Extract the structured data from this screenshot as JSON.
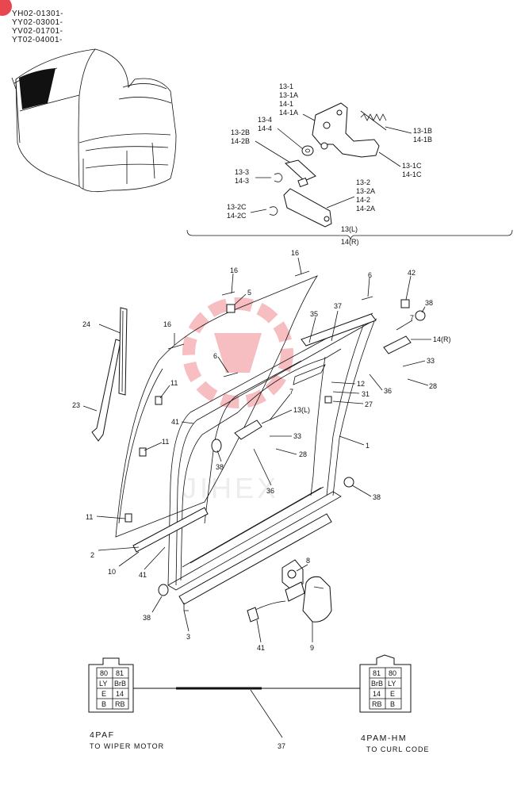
{
  "serials": [
    "YH02-01301-",
    "YY02-03001-",
    "YV02-01701-",
    "YT02-04001-"
  ],
  "hinge_callouts": {
    "c13_1": [
      "13-1",
      "13-1A",
      "14-1",
      "14-1A"
    ],
    "c13_4": [
      "13-4",
      "14-4"
    ],
    "c13_2B": [
      "13-2B",
      "14-2B"
    ],
    "c13_3": [
      "13-3",
      "14-3"
    ],
    "c13_2C": [
      "13-2C",
      "14-2C"
    ],
    "c13_1B": [
      "13-1B",
      "14-1B"
    ],
    "c13_1C": [
      "13-1C",
      "14-1C"
    ],
    "c13_2": [
      "13-2",
      "13-2A",
      "14-2",
      "14-2A"
    ],
    "assembly": [
      "13(L)",
      "14(R)"
    ]
  },
  "callouts": {
    "n16a": "16",
    "n16b": "16",
    "n16c": "16",
    "n5": "5",
    "n6a": "6",
    "n6b": "6",
    "n42": "42",
    "n37a": "37",
    "n35": "35",
    "n38a": "38",
    "n7a": "7",
    "n7b": "7",
    "n14R": "14(R)",
    "n33a": "33",
    "n33b": "33",
    "n28a": "28",
    "n28b": "28",
    "n24": "24",
    "n12": "12",
    "n31": "31",
    "n27": "27",
    "n13L": "13(L)",
    "n36a": "36",
    "n36b": "36",
    "n11a": "11",
    "n11b": "11",
    "n11c": "11",
    "n41a": "41",
    "n41b": "41",
    "n41c": "41",
    "n23": "23",
    "n1": "1",
    "n38b": "38",
    "n38c": "38",
    "n38d": "38",
    "n2": "2",
    "n10": "10",
    "n8": "8",
    "n9": "9",
    "n3": "3",
    "n37b": "37"
  },
  "connector_left": {
    "code": "4PAF",
    "subtitle": "TO WIPER MOTOR",
    "pins": [
      [
        "80",
        "81"
      ],
      [
        "LY",
        "BrB"
      ],
      [
        "E",
        "14"
      ],
      [
        "B",
        "RB"
      ]
    ]
  },
  "connector_right": {
    "code": "4PAM-HM",
    "subtitle": "TO CURL CODE",
    "pins": [
      [
        "81",
        "80"
      ],
      [
        "BrB",
        "LY"
      ],
      [
        "14",
        "E"
      ],
      [
        "RB",
        "B"
      ]
    ]
  },
  "watermark": {
    "text": "JIHEX",
    "color": "#e8474f"
  }
}
